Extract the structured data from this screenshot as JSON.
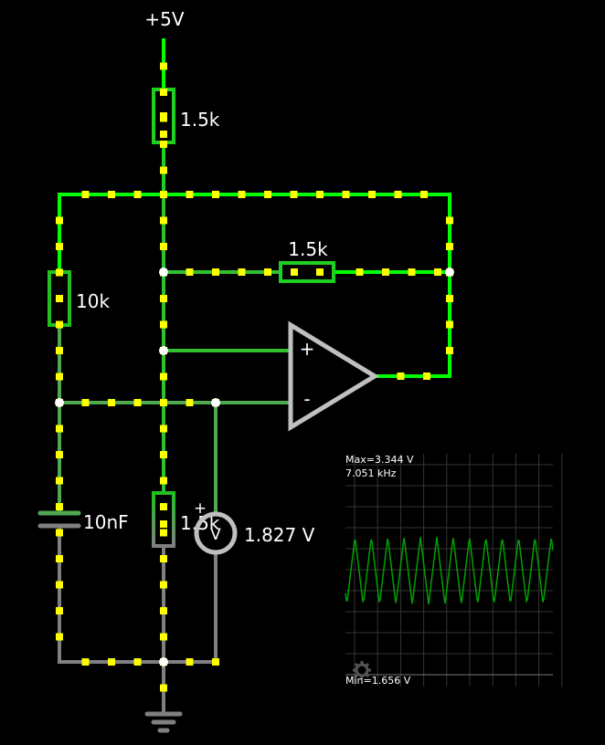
{
  "circuit": {
    "supply_label": "+5V",
    "r_top_label": "1.5k",
    "r_feedback_label": "1.5k",
    "r_left_label": "10k",
    "r_bottom_label": "1.5k",
    "cap_label": "10nF",
    "opamp_plus": "+",
    "opamp_minus": "-",
    "voltmeter_symbol": "V",
    "voltmeter_plus": "+",
    "voltmeter_reading": "1.827 V"
  },
  "scope": {
    "max_label": "Max=3.344 V",
    "freq_label": "7.051 kHz",
    "min_label": "Min=1.656 V",
    "trace_color": "#00a000",
    "grid_color": "#333333"
  },
  "colors": {
    "bright": "#00ff00",
    "mid": "#30c030",
    "dim": "#50a850",
    "gray": "#808080",
    "node": "#ffffff",
    "current": "#ffff00"
  }
}
